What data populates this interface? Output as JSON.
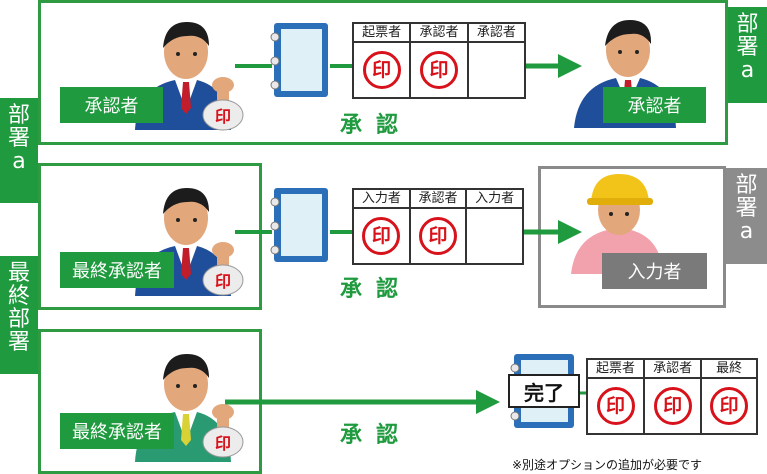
{
  "rows": [
    {
      "id": "dept-a",
      "sender_label": "承認者",
      "receiver_label": "承認者",
      "approve_label": "承認",
      "stamp_headers": [
        "起票者",
        "承認者",
        "承認者"
      ],
      "stamp_mark": "印",
      "hand_stamp": "印"
    },
    {
      "id": "final-dept",
      "sender_label": "最終承認者",
      "receiver_label": "入力者",
      "approve_label": "承認",
      "stamp_headers": [
        "入力者",
        "承認者",
        "入力者"
      ],
      "stamp_mark": "印",
      "hand_stamp": "印"
    },
    {
      "id": "final",
      "sender_label": "最終承認者",
      "approve_label": "承認",
      "stamp_headers": [
        "起票者",
        "承認者",
        "最終"
      ],
      "stamp_mark": "印",
      "hand_stamp": "印",
      "done_label": "完了"
    }
  ],
  "side_tags": {
    "left_dept": [
      "部",
      "署",
      "a"
    ],
    "left_final": [
      "最",
      "終",
      "部",
      "署"
    ],
    "right_top": [
      "部",
      "署",
      "a"
    ],
    "right_mid": [
      "部",
      "署",
      "a"
    ]
  },
  "note": "※別途オプションの追加が必要です",
  "colors": {
    "green": "#1f9a3e",
    "gray": "#8c8c8c",
    "seal_red": "#d8121a",
    "binder_blue": "#2a6fb8"
  },
  "icons": [
    "businessman-icon",
    "worker-helmet-icon",
    "binder-icon",
    "arrow-right-icon",
    "hand-stamp-icon"
  ]
}
